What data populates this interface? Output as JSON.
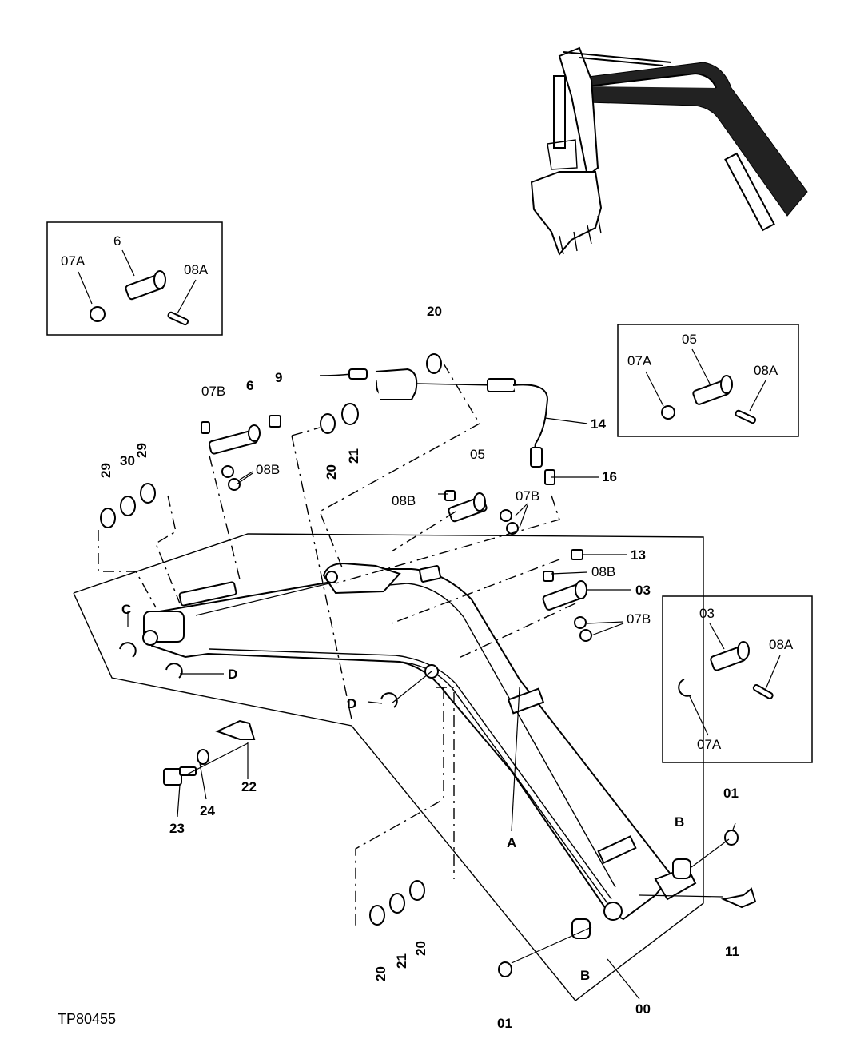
{
  "figure_id": "TP80455",
  "inset_boxes": [
    {
      "pin": "6",
      "retainer": "07A",
      "spring_pin": "08A"
    },
    {
      "pin": "05",
      "retainer": "07A",
      "spring_pin": "08A"
    },
    {
      "pin": "03",
      "retainer": "07A",
      "spring_pin": "08A"
    }
  ],
  "callouts": {
    "c00": "00",
    "c01a": "01",
    "c01b": "01",
    "c03": "03",
    "c05": "05",
    "c6": "6",
    "c07b_a": "07B",
    "c07b_b": "07B",
    "c07b_c": "07B",
    "c08b_a": "08B",
    "c08b_b": "08B",
    "c08b_c": "08B",
    "c9": "9",
    "c11": "11",
    "c13": "13",
    "c14": "14",
    "c16": "16",
    "c20a": "20",
    "c20b": "20",
    "c20c": "20",
    "c20d": "20",
    "c21a": "21",
    "c21b": "21",
    "c22": "22",
    "c23": "23",
    "c24": "24",
    "c29a": "29",
    "c29b": "29",
    "c30": "30",
    "cA": "A",
    "cBa": "B",
    "cBb": "B",
    "cC": "C",
    "cDa": "D",
    "cDb": "D"
  },
  "icons": [
    "excavator-boom-overview-icon",
    "boom-arm-icon",
    "pin-icon",
    "washer-icon",
    "hose-icon",
    "grease-fitting-icon"
  ]
}
